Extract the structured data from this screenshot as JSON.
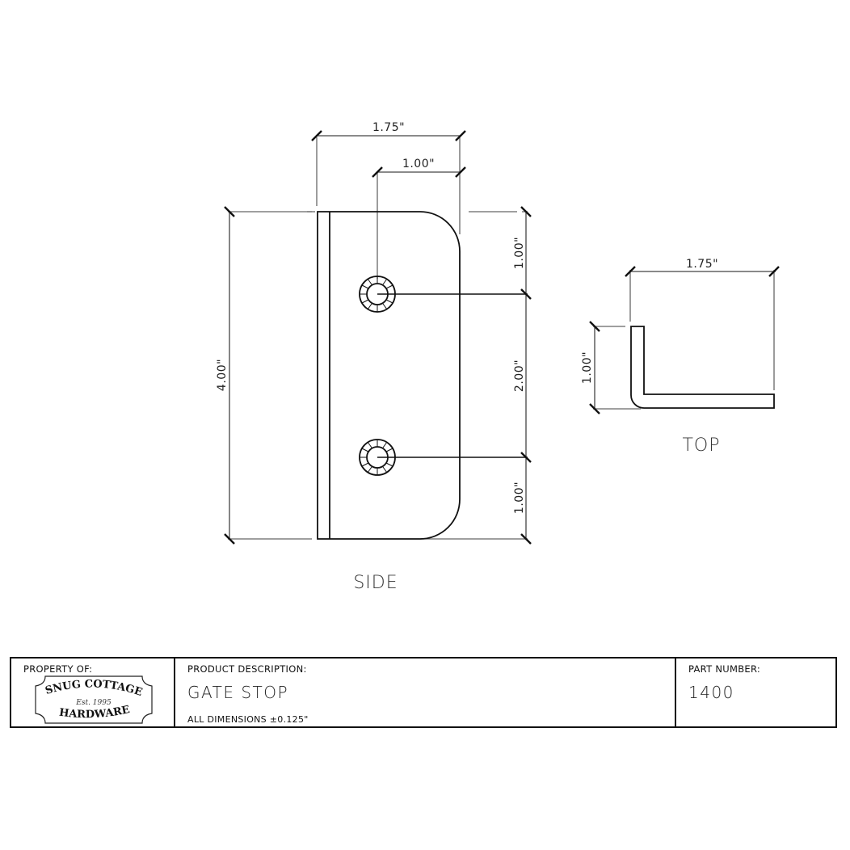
{
  "drawing": {
    "views": {
      "side": {
        "label": "SIDE",
        "dimensions": {
          "overall_width": "1.75\"",
          "hole_offset": "1.00\"",
          "overall_height": "4.00\"",
          "top_to_hole": "1.00\"",
          "hole_spacing": "2.00\"",
          "hole_to_bottom": "1.00\""
        },
        "holes": 2
      },
      "top": {
        "label": "TOP",
        "dimensions": {
          "leg_length": "1.75\"",
          "flange_height": "1.00\""
        }
      }
    },
    "line_color": "#111111",
    "dimension_line_color": "#555555"
  },
  "title_block": {
    "property": {
      "label": "PROPERTY OF:",
      "logo": {
        "line1": "SNUG COTTAGE",
        "line2": "Est. 1995",
        "line3": "HARDWARE"
      }
    },
    "description": {
      "label": "PRODUCT DESCRIPTION:",
      "value": "GATE STOP",
      "note": "ALL DIMENSIONS ±0.125\""
    },
    "part": {
      "label": "PART NUMBER:",
      "value": "1400"
    }
  }
}
